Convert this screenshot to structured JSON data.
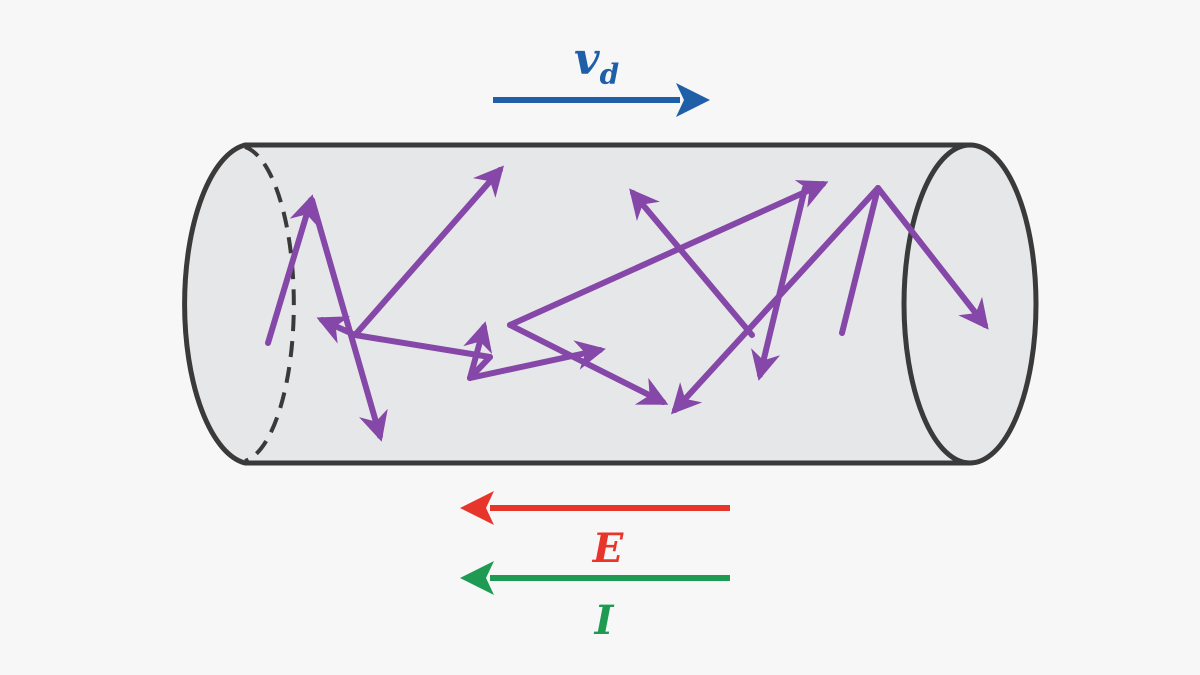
{
  "labels": {
    "drift_velocity": "v",
    "drift_velocity_sub": "d",
    "electric_field": "E",
    "current": "I"
  },
  "colors": {
    "drift_arrow": "#1f5fa8",
    "field_arrow": "#e8352b",
    "current_arrow": "#1e9a52",
    "electron_paths": "#8547a8",
    "conductor_fill": "#e6e7e8",
    "conductor_outline": "#3a3a3a"
  }
}
